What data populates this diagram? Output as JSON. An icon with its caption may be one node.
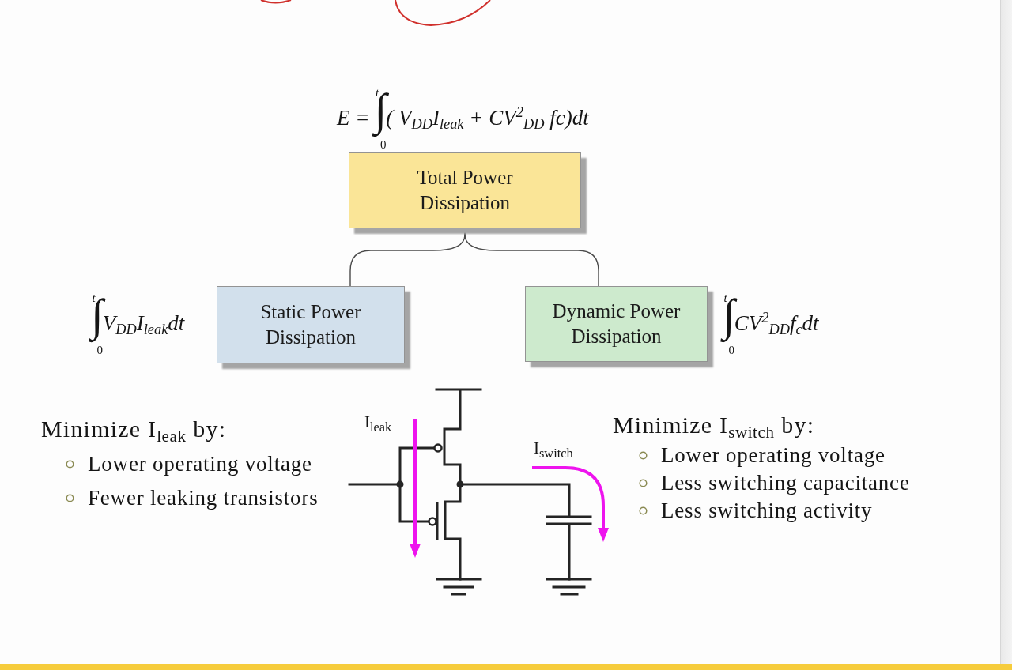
{
  "diagram": {
    "nodes": [
      {
        "text": [
          "Total Power Dissipation"
        ],
        "beside": [
          "E =",
          "∫$_{0}$$^{t}$( V$_{DD}$I$_{leak}$ + CV$^{2}$$_{DD}$ fc)dt"
        ]
      },
      {
        "text": [
          "Static Power Dissipation"
        ],
        "beside": [
          "∫$_{0}$$^{t}$V$_{DD}$I$_{leak}$dt"
        ]
      },
      {
        "text": [
          "Dynamic Power Dissipation"
        ],
        "beside": [
          "∫$_{0}$$^{t}$CV$^{2}$$_{DD}$f$_{c}$dt"
        ]
      }
    ],
    "edges": [
      {
        "from": 0,
        "to": 1,
        "arrow": "none"
      },
      {
        "from": 0,
        "to": 2,
        "arrow": "none"
      }
    ],
    "labels": [
      "Minimize I$_{leak}$ by:",
      "Lower operating voltage",
      "Fewer leaking transistors",
      "I$_{leak}$",
      "I$_{switch}$",
      "Minimize I$_{switch}$ by:",
      "Lower operating voltage",
      "Less switching capacitance",
      "Less switching activity"
    ]
  }
}
